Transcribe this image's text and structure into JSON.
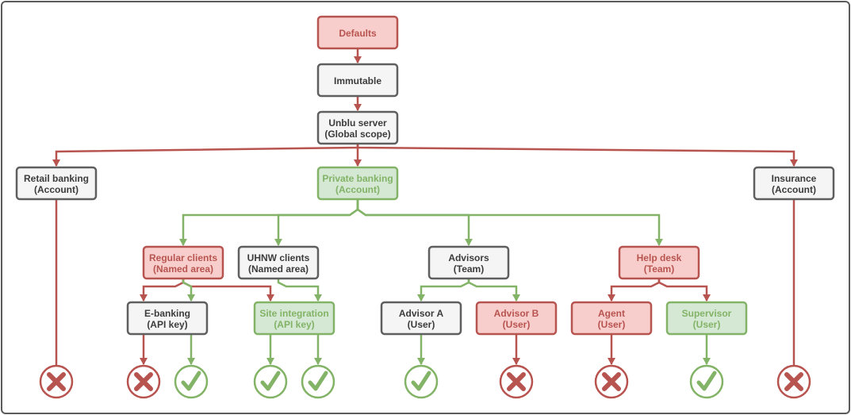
{
  "nodes": {
    "defaults": {
      "lines": [
        "Defaults"
      ],
      "color": "red"
    },
    "immutable": {
      "lines": [
        "Immutable"
      ],
      "color": "gray"
    },
    "unblu_server": {
      "lines": [
        "Unblu server",
        "(Global scope)"
      ],
      "color": "gray"
    },
    "retail_banking": {
      "lines": [
        "Retail banking",
        "(Account)"
      ],
      "color": "gray"
    },
    "private_banking": {
      "lines": [
        "Private banking",
        "(Account)"
      ],
      "color": "green"
    },
    "insurance": {
      "lines": [
        "Insurance",
        "(Account)"
      ],
      "color": "gray"
    },
    "regular_clients": {
      "lines": [
        "Regular clients",
        "(Named area)"
      ],
      "color": "red"
    },
    "uhnw_clients": {
      "lines": [
        "UHNW clients",
        "(Named area)"
      ],
      "color": "gray"
    },
    "advisors": {
      "lines": [
        "Advisors",
        "(Team)"
      ],
      "color": "gray"
    },
    "help_desk": {
      "lines": [
        "Help desk",
        "(Team)"
      ],
      "color": "red"
    },
    "e_banking": {
      "lines": [
        "E-banking",
        "(API key)"
      ],
      "color": "gray"
    },
    "site_integration": {
      "lines": [
        "Site integration",
        "(API key)"
      ],
      "color": "green"
    },
    "advisor_a": {
      "lines": [
        "Advisor A",
        "(User)"
      ],
      "color": "gray"
    },
    "advisor_b": {
      "lines": [
        "Advisor B",
        "(User)"
      ],
      "color": "red"
    },
    "agent": {
      "lines": [
        "Agent",
        "(User)"
      ],
      "color": "red"
    },
    "supervisor": {
      "lines": [
        "Supervisor",
        "(User)"
      ],
      "color": "green"
    }
  },
  "outcomes": [
    {
      "id": "retail-banking",
      "status": "denied"
    },
    {
      "id": "e-banking-1",
      "status": "denied"
    },
    {
      "id": "e-banking-2",
      "status": "allowed"
    },
    {
      "id": "site-integration-1",
      "status": "allowed"
    },
    {
      "id": "site-integration-2",
      "status": "allowed"
    },
    {
      "id": "advisor-a",
      "status": "allowed"
    },
    {
      "id": "advisor-b",
      "status": "denied"
    },
    {
      "id": "agent",
      "status": "denied"
    },
    {
      "id": "supervisor",
      "status": "allowed"
    },
    {
      "id": "insurance",
      "status": "denied"
    }
  ],
  "colors": {
    "red_stroke": "#b85450",
    "red_fill": "#f8cecc",
    "green_stroke": "#82b366",
    "green_fill": "#d5e8d4",
    "gray_stroke": "#5f5f5f",
    "gray_fill": "#f5f5f5"
  }
}
